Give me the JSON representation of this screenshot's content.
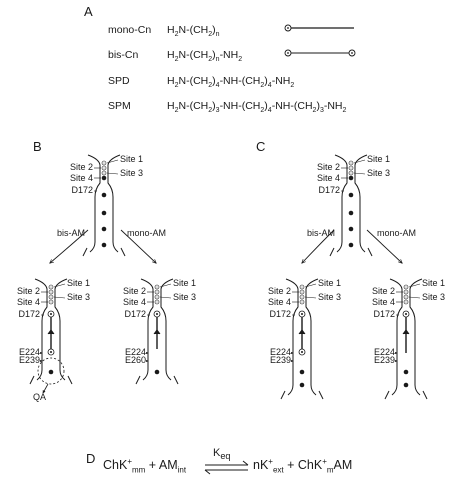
{
  "panels": {
    "a": "A",
    "b": "B",
    "c": "C",
    "d": "D"
  },
  "legend": [
    {
      "name": "mono-Cn",
      "formula_html": "H<sub>2</sub>N-(CH<sub>2</sub>)<sub>n</sub>"
    },
    {
      "name": "bis-Cn",
      "formula_html": "H<sub>2</sub>N-(CH<sub>2</sub>)<sub>n</sub>-NH<sub>2</sub>"
    },
    {
      "name": "SPD",
      "formula_html": "H<sub>2</sub>N-(CH<sub>2</sub>)<sub>4</sub>-NH-(CH<sub>2</sub>)<sub>4</sub>-NH<sub>2</sub>"
    },
    {
      "name": "SPM",
      "formula_html": "H<sub>2</sub>N-(CH<sub>2</sub>)<sub>3</sub>-NH-(CH<sub>2</sub>)<sub>4</sub>-NH-(CH<sub>2</sub>)<sub>3</sub>-NH<sub>2</sub>"
    }
  ],
  "sites": {
    "site1": "Site 1",
    "site2": "Site 2",
    "site3": "Site 3",
    "site4": "Site 4"
  },
  "residues": {
    "d172": "D172",
    "e224": "E224",
    "e260": "E260",
    "e239": "E239"
  },
  "arrows": {
    "bis": "bis-AM",
    "mono": "mono-AM"
  },
  "qa": "QA",
  "equation": {
    "left_html": "ChK<sup>+</sup><sub>mm</sub> + AM<sub>int</sub>",
    "keq_html": "K<sub>eq</sub>",
    "right_html": "nK<sup>+</sup><sub>ext</sub> + ChK<sup>+</sup><sub>m</sub>AM"
  },
  "colors": {
    "ink": "#1a1a1a",
    "lightdot": "#bbbbbb"
  }
}
